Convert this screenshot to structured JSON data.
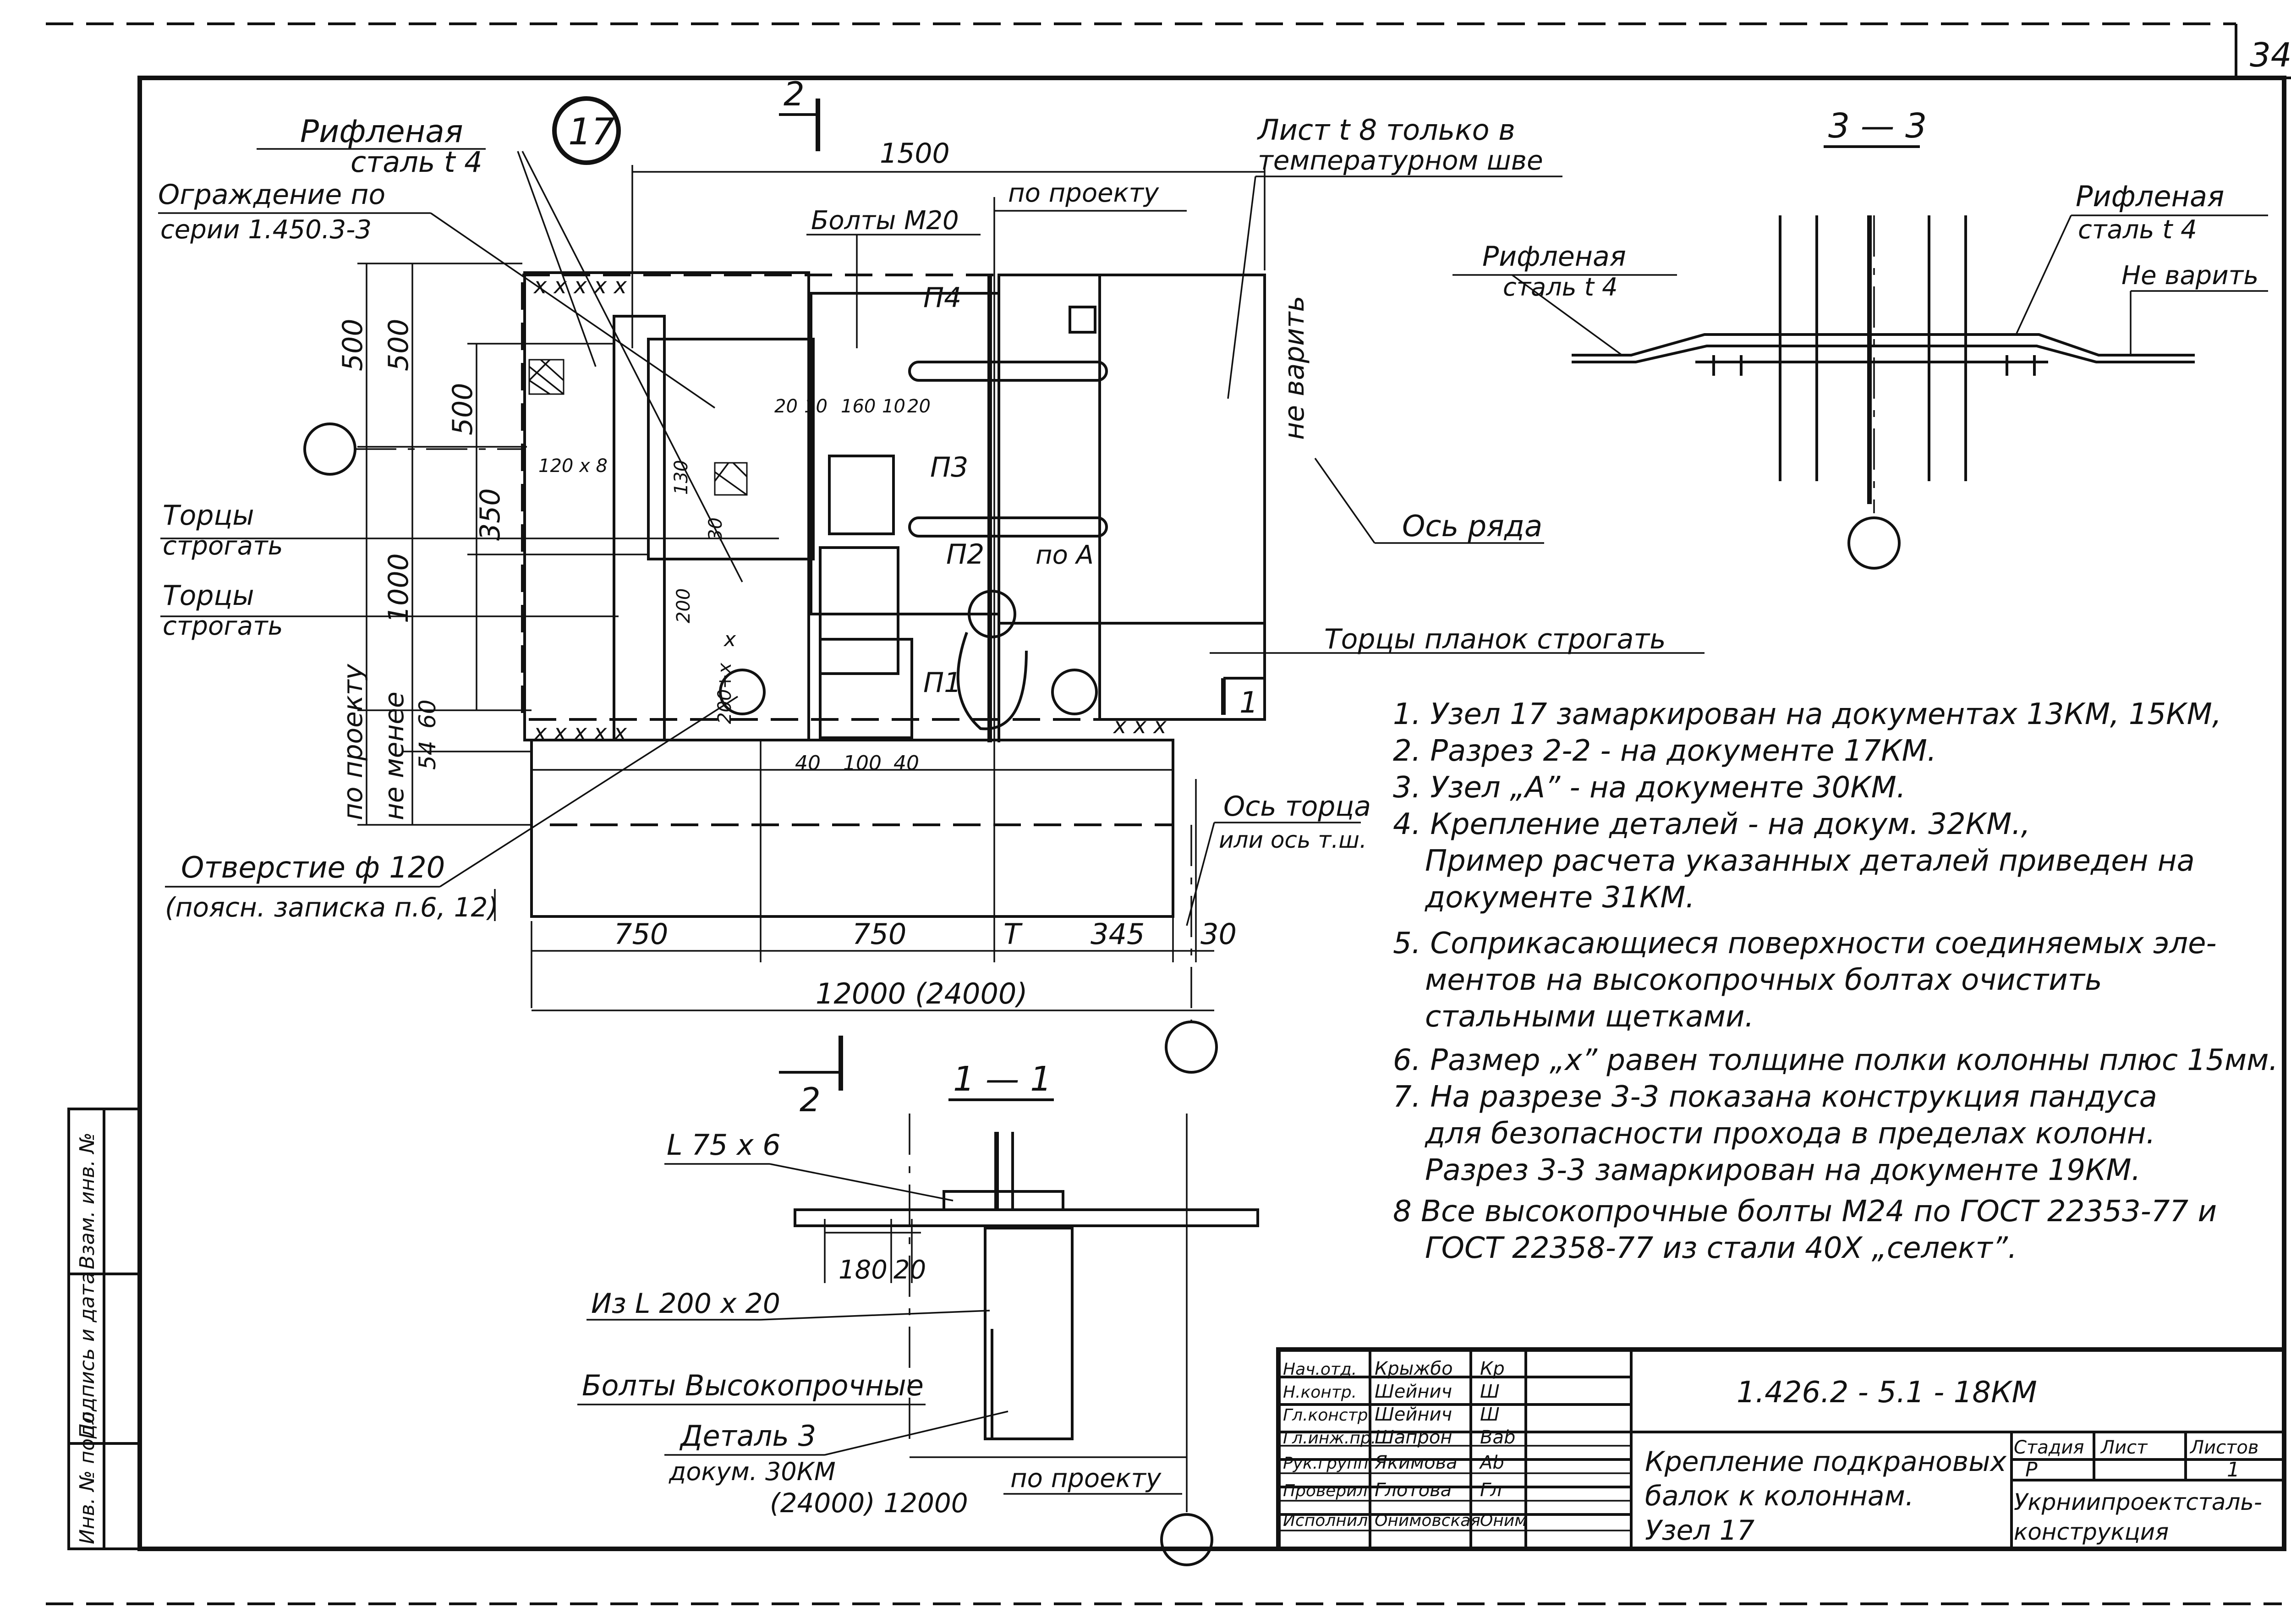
{
  "sheet": {
    "corner_mark": "34",
    "node_number": "17"
  },
  "plan": {
    "labels": {
      "ribbed_steel": [
        "Рифленая",
        "сталь t 4"
      ],
      "fence": [
        "Ограждение по",
        "серии 1.450.3-3"
      ],
      "sheet_t8": [
        "Лист t 8 только в",
        "температурном шве"
      ],
      "bolts_m20": "Болты М20",
      "per_project_top": "по проекту",
      "no_weld": "не варить",
      "row_axis": "Ось ряда",
      "ends_plane_1": [
        "Торцы",
        "строгать"
      ],
      "ends_plane_2": [
        "Торцы",
        "строгать"
      ],
      "plates_plane": "Торцы планок строгать",
      "end_axis": [
        "Ось торца",
        "или ось т.ш."
      ],
      "hole": [
        "Отверстие ф 120",
        "(поясн. записка п.6, 12)"
      ],
      "per_project_side": "по проекту",
      "not_less": "не менее"
    },
    "parts": [
      "П4",
      "П3",
      "П2",
      "П1"
    ],
    "node_a": "по А",
    "section_2_top": "2",
    "section_2_bottom": "2",
    "section_1": "1",
    "small_dims": [
      "20",
      "10",
      "160",
      "10",
      "20",
      "130",
      "30",
      "200",
      "x",
      "200+x",
      "40",
      "100",
      "40",
      "120 x 8"
    ],
    "dims": {
      "top_1500": "1500",
      "left_500a": "500",
      "left_500b": "500",
      "left_500c": "500",
      "left_350": "350",
      "left_1000": "1000",
      "left_60": "60",
      "left_54": "54",
      "bottom_750a": "750",
      "bottom_750b": "750",
      "bottom_T": "T",
      "bottom_345": "345",
      "bottom_30": "30",
      "span": "12000 (24000)"
    }
  },
  "section_33": {
    "title": "3 — 3",
    "ribbed_left": [
      "Рифленая",
      "сталь t 4"
    ],
    "ribbed_right": [
      "Рифленая",
      "сталь t 4"
    ],
    "no_weld": "Не варить"
  },
  "section_11": {
    "title": "1 — 1",
    "angle": "L 75 x 6",
    "from_angle": "Из L 200 x 20",
    "hs_bolts": "Болты Высокопрочные",
    "detail": [
      "Деталь 3",
      "докум. 30КМ"
    ],
    "span": "(24000) 12000",
    "per_project": "по проекту",
    "dim_180": "180",
    "dim_20": "20"
  },
  "notes": [
    "1. Узел 17 замаркирован на документах 13КМ, 15КМ,",
    "2. Разрез 2-2 - на документе 17КМ.",
    "3. Узел „А” - на документе 30КМ.",
    "4. Крепление деталей - на докум. 32КМ.,",
    "Пример расчета указанных деталей приведен на",
    "документе 31КМ.",
    "5. Соприкасающиеся поверхности соединяемых эле-",
    "ментов на высокопрочных болтах очистить",
    "стальными щетками.",
    "6. Размер „x” равен толщине полки колонны плюс 15мм.",
    "7. На разрезе 3-3 показана конструкция пандуса",
    "для безопасности прохода в пределах колонн.",
    "Разрез 3-3 замаркирован на документе 19КМ.",
    "8 Все высокопрочные болты М24 по ГОСТ 22353-77 и",
    "ГОСТ 22358-77 из стали 40Х „селект”."
  ],
  "side_stamp": [
    "Инв. № подл.",
    "Подпись и дата",
    "Взам. инв. №"
  ],
  "title_block": {
    "roles": [
      "Нач.отд.",
      "Н.контр.",
      "Гл.констр.",
      "Гл.инж.пр.",
      "Рук.групп.",
      "Проверил",
      "Исполнил"
    ],
    "names": [
      "Крыжбо",
      "Шейнич",
      "Шейнич",
      "Шапрон",
      "Якимова",
      "Глотова",
      "Онимовская"
    ],
    "signatures": [
      "Кр",
      "Ш",
      "Ш",
      "Bab",
      "Ab",
      "Гл",
      "Оним"
    ],
    "designation": "1.426.2 - 5.1 - 18КМ",
    "title": [
      "Крепление подкрановых",
      "балок к колоннам.",
      "Узел 17"
    ],
    "stage_header": "Стадия",
    "sheet_header": "Лист",
    "sheets_header": "Листов",
    "stage": "Р",
    "sheets": "1",
    "org": [
      "Укрниипроектсталь-",
      "конструкция"
    ]
  }
}
